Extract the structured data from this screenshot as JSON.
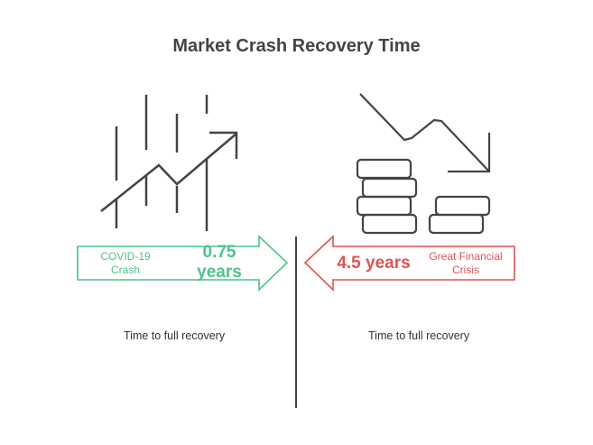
{
  "title": "Market Crash Recovery Time",
  "colors": {
    "covid": "#4cc38a",
    "gfc": "#e05252",
    "ink": "#444444"
  },
  "left": {
    "icon": "rising-chart-icon",
    "event": "COVID-19 Crash",
    "event_line1": "COVID-19",
    "event_line2": "Crash",
    "value_line1": "0.75",
    "value_line2": "years",
    "caption": "Time to full recovery"
  },
  "right": {
    "icon": "falling-chart-coins-icon",
    "event": "Great Financial Crisis",
    "event_line1": "Great Financial",
    "event_line2": "Crisis",
    "value": "4.5 years",
    "caption": "Time to full recovery"
  }
}
